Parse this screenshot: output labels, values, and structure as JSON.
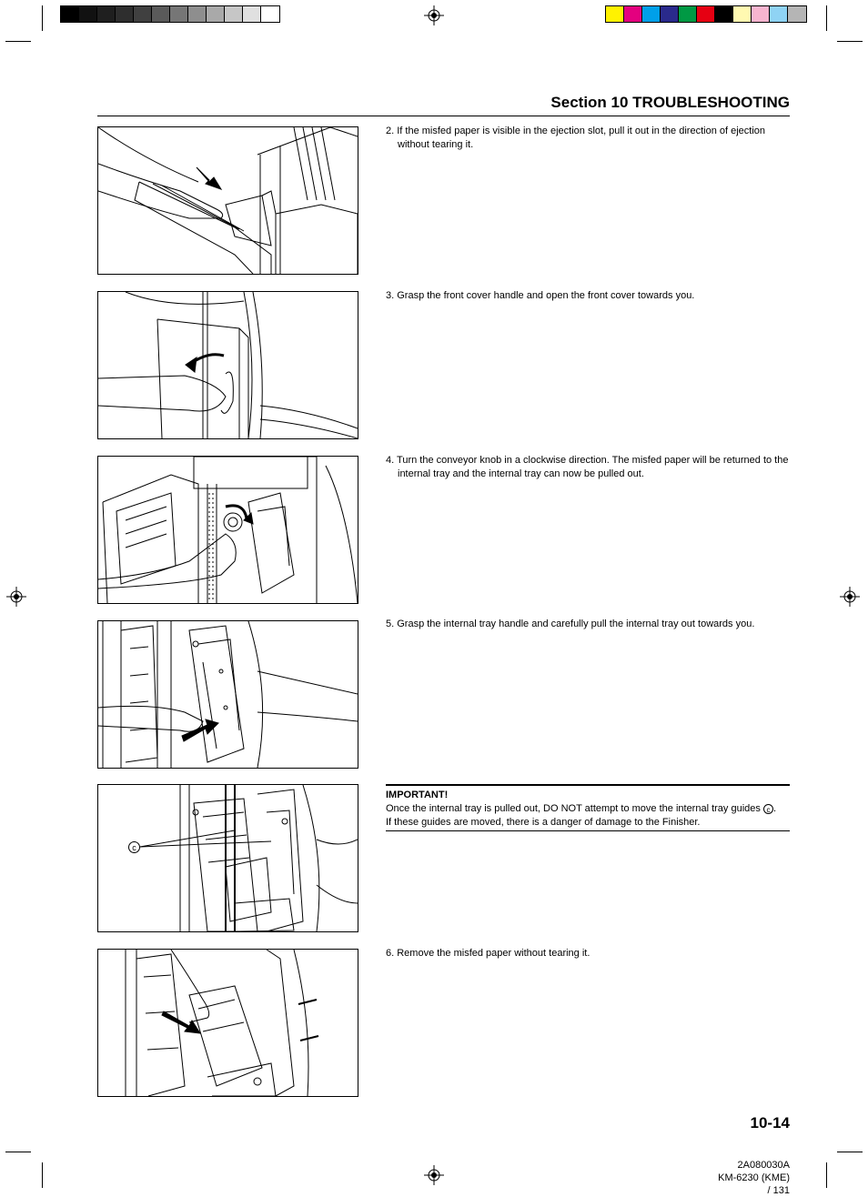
{
  "header": {
    "section_title": "Section 10  TROUBLESHOOTING"
  },
  "color_bars": {
    "gray_scale": [
      "#000000",
      "#111111",
      "#1f1f1f",
      "#2e2e2e",
      "#404040",
      "#5a5a5a",
      "#767676",
      "#8e8e8e",
      "#a9a9a9",
      "#c6c6c6",
      "#e0e0e0",
      "#ffffff"
    ],
    "process": [
      "#fff200",
      "#e4007f",
      "#00a0e9",
      "#2a2a8c",
      "#009944",
      "#e60012",
      "#000000",
      "#fff9b1",
      "#f7b4cf",
      "#8fd3f4",
      "#b5b5b5"
    ]
  },
  "steps": [
    {
      "text": "2. If the misfed paper is visible in the ejection slot, pull it out in the direction of ejection without tearing it."
    },
    {
      "text": "3. Grasp the front cover handle and open the front cover towards you."
    },
    {
      "text": "4. Turn the conveyor knob in a clockwise direction. The misfed paper will be returned to the internal tray and the internal tray can now be pulled out."
    },
    {
      "text": "5. Grasp the internal tray handle and carefully pull the internal tray out towards you."
    },
    {
      "text": "6. Remove the misfed paper without tearing it."
    }
  ],
  "important": {
    "title": "IMPORTANT!",
    "line1_a": "Once the internal tray is pulled out, DO NOT attempt to move the internal tray guides",
    "mark": "c",
    "line1_b": ".",
    "line2": "If these guides are moved, there is a danger of damage to the Finisher."
  },
  "figure_label": "c",
  "page_number": "10-14",
  "footer": {
    "code": "2A080030A",
    "model": "KM-6230 (KME)",
    "page": "/ 131"
  }
}
